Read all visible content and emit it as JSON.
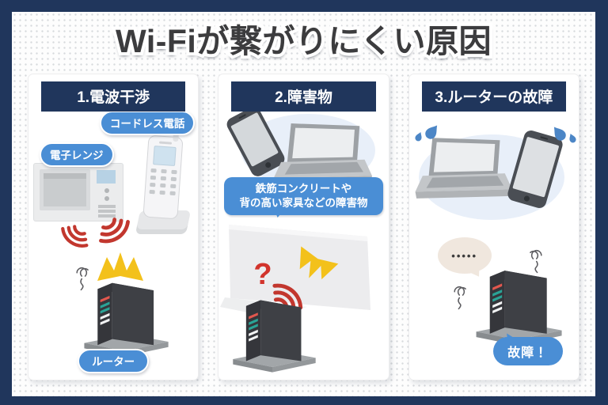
{
  "colors": {
    "navy": "#20365c",
    "badge_blue": "#4a8ed5",
    "wave_red": "#c2372e",
    "crash_yellow": "#f3c11b",
    "card_bg": "#ffffff"
  },
  "title": "Wi-Fiが繋がりにくい原因",
  "panels": [
    {
      "header": "1.電波干渉",
      "cordless_phone_label": "コードレス電話",
      "microwave_label": "電子レンジ",
      "router_label": "ルーター"
    },
    {
      "header": "2.障害物",
      "obstacle_note_line1": "鉄筋コンクリートや",
      "obstacle_note_line2": "背の高い家具などの障害物",
      "question_mark": "?"
    },
    {
      "header": "3.ルーターの故障",
      "silence_dots": "•••••",
      "failure_label": "故障！"
    }
  ]
}
